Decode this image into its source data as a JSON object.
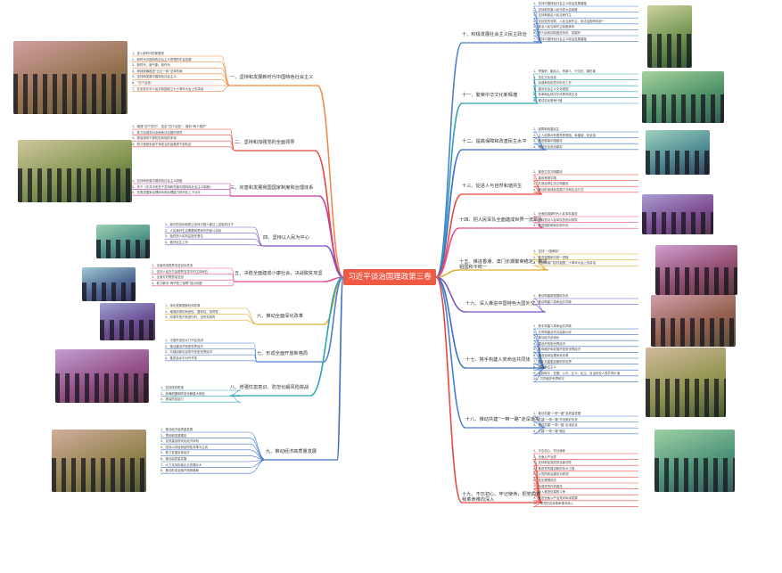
{
  "center": {
    "label": "习近平谈治国理政第三卷"
  },
  "branches": [
    {
      "label": "一、坚持和发展新时代中国特色社会主义",
      "color": "#f08a4b",
      "side": "left",
      "subs": [
        "1、进入新时代的新要求",
        "2、新时代中国特色社会主义思想的丰富发展",
        "3、新时代、新气象、新作为",
        "4、继续统筹推进“五位一体”总体布局",
        "5、坚持和发展中国特色社会主义",
        "6、“四个自信”",
        "7、在庆祝中华人民共和国成立七十周年大会上的讲话"
      ]
    },
    {
      "label": "二、坚持和加强党的全面领导",
      "color": "#e9493d",
      "side": "left",
      "subs": [
        "1、增强“四个意识”、坚定“四个自信”、做到“两个维护”",
        "2、着力加强党对全面依法治国的领导",
        "3、提高领导干部防范风险的本领",
        "4、努力造就忠诚干净担当的高素质干部队伍"
      ]
    },
    {
      "label": "三、完善和发展我国国家制度和治理体系",
      "color": "#c43b9c",
      "side": "left",
      "subs": [
        "1、坚持和完善中国特色社会主义制度",
        "2、关于《中共中央关于坚持和完善中国特色社会主义制度》",
        "3、在推进国家治理体系和治理能力现代化上下功夫"
      ]
    },
    {
      "label": "四、坚持以人民为中心",
      "color": "#7b52c6",
      "side": "left",
      "subs": [
        "1、我们的目标就是让全体中国人都过上富裕的日子",
        "2、人民美好生活需要就是我们的奋斗目标",
        "3、始终把人民利益放在首位",
        "4、做好民生工作"
      ]
    },
    {
      "label": "五、决胜全面建成小康社会，决战脱贫攻坚",
      "color": "#e94b8f",
      "side": "left",
      "subs": [
        "1、全面完成脱贫攻坚目标任务",
        "2、坚持人民在打赢脱贫攻坚中的主体地位",
        "3、全面打好脱贫攻坚战",
        "4、着力解决“两不愁三保障”突出问题"
      ]
    },
    {
      "label": "六、推动全面深化改革",
      "color": "#d9b02e",
      "side": "left",
      "subs": [
        "1、深化党和国家机构改革",
        "2、增强改革的系统性、整体性、协同性",
        "3、改革开放只有进行时、没有完成时"
      ]
    },
    {
      "label": "七、形成全面开放新格局",
      "color": "#4a7fd0",
      "side": "left",
      "subs": [
        "1、中国开放的大门不会关闭",
        "2、推动建设开放型世界经济",
        "3、共建创新包容的开放型世界经济",
        "4、推进高水平对外开放"
      ]
    },
    {
      "label": "八、增强忧患意识，防范化解风险挑战",
      "color": "#2ea2b5",
      "side": "left",
      "subs": [
        "1、坚持底线思维",
        "2、准确把握和防范化解重大风险",
        "3、提高防控能力"
      ]
    },
    {
      "label": "九、推动经济高质量发展",
      "color": "#3a6fc6",
      "side": "left",
      "subs": [
        "1、推动经济高质量发展",
        "2、贯彻新发展理念",
        "3、加快建设现代化经济体系",
        "4、坚持以供给侧结构性改革为主线",
        "5、着力发展实体经济",
        "6、推动高质量发展",
        "7、大力支持民营企业发展壮大",
        "8、推动形成全面开放新格局"
      ]
    },
    {
      "label": "十、积极发展社会主义民主政治",
      "color": "#4a7fd0",
      "side": "right",
      "subs": [
        "1、坚持中国特色社会主义政治发展道路",
        "2、坚持和完善人民代表大会制度",
        "3、支持和保证人民当家作主",
        "4、坚持党的领导、人民当家作主、依法治国有机统一",
        "5、健全人民当家作主制度体系",
        "6、把人民政协制度坚持好、发展好",
        "7、坚持中国特色社会主义政治发展道路"
      ]
    },
    {
      "label": "十一、繁荣中华文化新辉煌",
      "color": "#2ea2b5",
      "side": "right",
      "subs": [
        "1、举旗帜、聚民心、育新人、兴文化、展形象",
        "2、坚定文化自信",
        "3、加强和改进意识形态工作",
        "4、建设社会主义文化强国",
        "5、传承和弘扬中华优秀传统文化",
        "6、推动文化繁荣兴盛"
      ]
    },
    {
      "label": "十二、提高保障和改善民生水平",
      "color": "#3a6fc6",
      "side": "right",
      "subs": [
        "1、保障和改善民生",
        "2、让人民群众有更多获得感、幸福感、安全感",
        "3、推进健康中国建设",
        "4、维护社会安全稳定"
      ]
    },
    {
      "label": "十三、促进人与自然和谐共生",
      "color": "#e9493d",
      "side": "right",
      "subs": [
        "1、推进生态文明建设",
        "2、建设美丽中国",
        "3、共谋全球生态文明建设",
        "4、推动形成绿色发展方式和生活方式"
      ]
    },
    {
      "label": "十四、把人民军队全面建成世界一流军队",
      "color": "#e94b8f",
      "side": "right",
      "subs": [
        "1、全面加强新时代人民军队建设",
        "2、坚持党对人民军队的绝对领导",
        "3、推进国防和军队现代化"
      ]
    },
    {
      "label": "十五、推进香港、澳门长期繁荣稳定，推进祖国和平统一",
      "color": "#d9b02e",
      "side": "right",
      "subs": [
        "1、坚持“一国两制”",
        "2、推进祖国和平统一进程",
        "3、在庆祝澳门回归祖国二十周年大会上的讲话"
      ]
    },
    {
      "label": "十六、深入推进中国特色大国外交",
      "color": "#7b52c6",
      "side": "right",
      "subs": [
        "1、推动构建新型国际关系",
        "2、推动构建人类命运共同体"
      ]
    },
    {
      "label": "十七、携手构建人类命运共同体",
      "color": "#3a6fc6",
      "side": "right",
      "subs": [
        "1、携手构建人类命运共同体",
        "2、共同构建合作共赢新伙伴",
        "3、推动经济全球化",
        "4、建设开放型世界经济",
        "5、共同维护和发展开放型世界经济",
        "6、推进全球治理体系改革",
        "7、携手共建更加美好的世界",
        "8、坚持多边主义",
        "9、弘扬和平、发展、公平、正义、民主、自由的全人类共同价值",
        "10、共同维护世界和平"
      ]
    },
    {
      "label": "十八、推动共建“一带一路”走深走实",
      "color": "#4a7fd0",
      "side": "right",
      "subs": [
        "1、推动共建“一带一路”高质量发展",
        "2、共建“一带一路”开创美好未来",
        "3、推动共建“一带一路”走深走实",
        "4、共建“一带一路”倡议"
      ]
    },
    {
      "label": "十九、不忘初心、牢记使命，把党的自我革命推向深入",
      "color": "#e9493d",
      "side": "right",
      "subs": [
        "1、不忘初心、牢记使命",
        "2、全面从严治党",
        "3、坚持和加强党的全面领导",
        "4、推进党的建设新的伟大工程",
        "5、以党的政治建设为统领",
        "6、坚定理想信念",
        "7、加强党的作风建设",
        "8、深入推进反腐败斗争",
        "9、推进全面从严治党向纵深发展",
        "10、把党的自我革命推向深入"
      ]
    }
  ],
  "photos": {
    "branch_1": {
      "alt": "photo-1"
    }
  }
}
